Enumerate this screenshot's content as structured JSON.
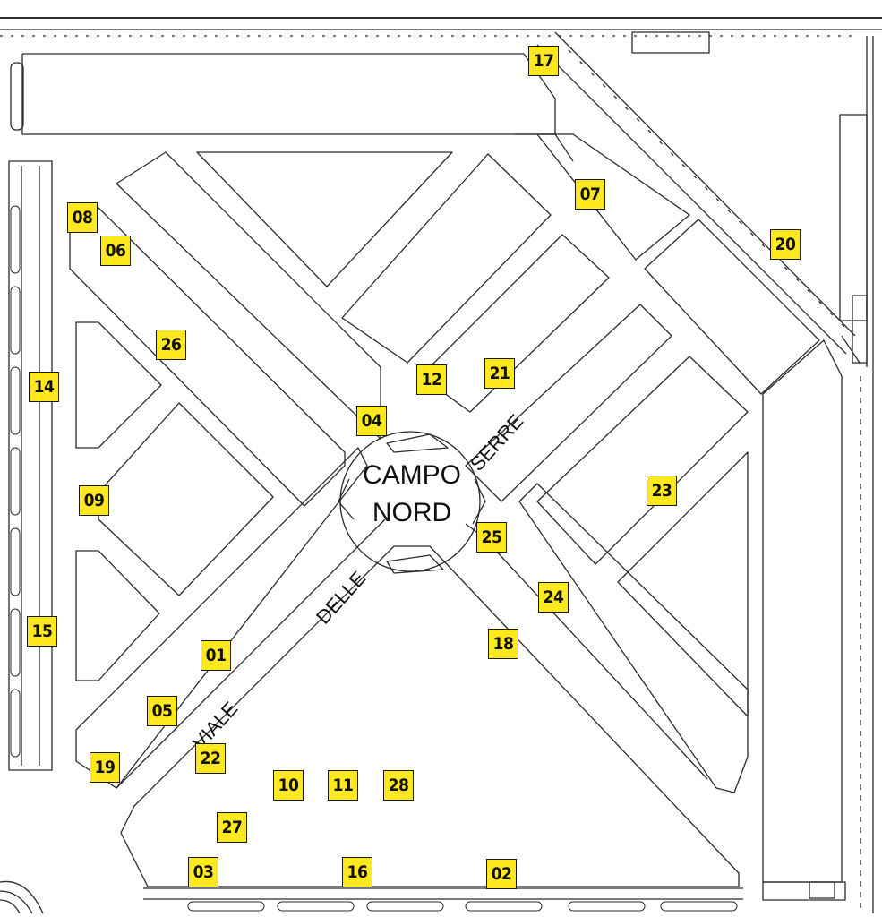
{
  "map": {
    "center_label": {
      "line1": "CAMPO",
      "line2": "NORD"
    },
    "street_labels": {
      "viale": "VIALE",
      "delle": "DELLE",
      "serre": "SERRE"
    },
    "plot_fill_color": "#ffe81e",
    "line_color": "#2b2b2b",
    "plots": [
      {
        "id": "p01",
        "label": "01"
      },
      {
        "id": "p02",
        "label": "02"
      },
      {
        "id": "p03",
        "label": "03"
      },
      {
        "id": "p04",
        "label": "04"
      },
      {
        "id": "p05",
        "label": "05"
      },
      {
        "id": "p06",
        "label": "06"
      },
      {
        "id": "p07",
        "label": "07"
      },
      {
        "id": "p08",
        "label": "08"
      },
      {
        "id": "p09",
        "label": "09"
      },
      {
        "id": "p10",
        "label": "10"
      },
      {
        "id": "p11",
        "label": "11"
      },
      {
        "id": "p12",
        "label": "12"
      },
      {
        "id": "p14",
        "label": "14"
      },
      {
        "id": "p15",
        "label": "15"
      },
      {
        "id": "p16",
        "label": "16"
      },
      {
        "id": "p17",
        "label": "17"
      },
      {
        "id": "p18",
        "label": "18"
      },
      {
        "id": "p19",
        "label": "19"
      },
      {
        "id": "p20",
        "label": "20"
      },
      {
        "id": "p21",
        "label": "21"
      },
      {
        "id": "p22",
        "label": "22"
      },
      {
        "id": "p23",
        "label": "23"
      },
      {
        "id": "p24",
        "label": "24"
      },
      {
        "id": "p25",
        "label": "25"
      },
      {
        "id": "p26",
        "label": "26"
      },
      {
        "id": "p27",
        "label": "27"
      },
      {
        "id": "p28",
        "label": "28"
      }
    ]
  }
}
